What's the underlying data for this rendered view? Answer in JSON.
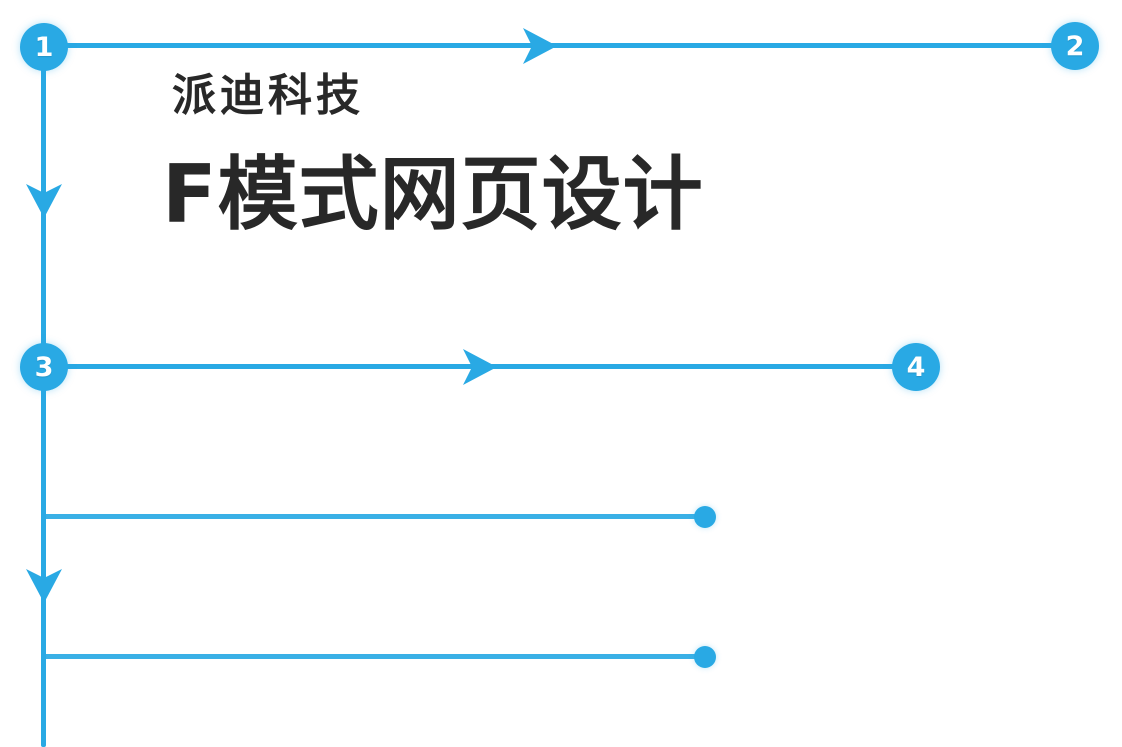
{
  "diagram": {
    "accent_color": "#29a9e4",
    "text_color": "#282828",
    "brand": "派迪科技",
    "title": "F模式网页设计",
    "nodes": [
      {
        "label": "1"
      },
      {
        "label": "2"
      },
      {
        "label": "3"
      },
      {
        "label": "4"
      }
    ]
  }
}
